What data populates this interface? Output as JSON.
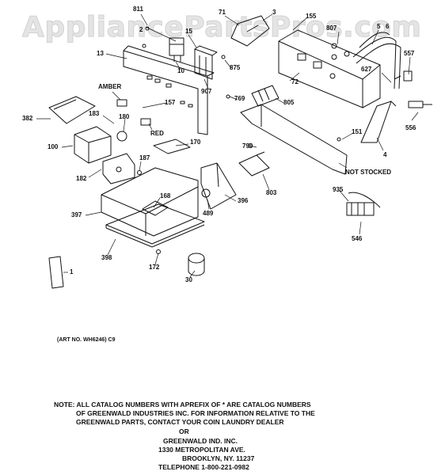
{
  "watermark": "AppliancePartsPros.com",
  "callouts": [
    {
      "id": "811",
      "text": "811"
    },
    {
      "id": "2",
      "text": "2"
    },
    {
      "id": "15",
      "text": "15"
    },
    {
      "id": "71",
      "text": "71"
    },
    {
      "id": "3",
      "text": "3"
    },
    {
      "id": "155",
      "text": "155"
    },
    {
      "id": "807",
      "text": "807"
    },
    {
      "id": "5",
      "text": "5"
    },
    {
      "id": "6",
      "text": "6"
    },
    {
      "id": "557",
      "text": "557"
    },
    {
      "id": "13",
      "text": "13"
    },
    {
      "id": "10",
      "text": "10"
    },
    {
      "id": "875",
      "text": "875"
    },
    {
      "id": "627",
      "text": "627"
    },
    {
      "id": "72",
      "text": "72"
    },
    {
      "id": "amber",
      "text": "AMBER"
    },
    {
      "id": "907",
      "text": "907"
    },
    {
      "id": "769",
      "text": "769"
    },
    {
      "id": "805",
      "text": "805"
    },
    {
      "id": "157",
      "text": "157"
    },
    {
      "id": "382",
      "text": "382"
    },
    {
      "id": "183",
      "text": "183"
    },
    {
      "id": "180",
      "text": "180"
    },
    {
      "id": "556",
      "text": "556"
    },
    {
      "id": "red",
      "text": "RED"
    },
    {
      "id": "151",
      "text": "151"
    },
    {
      "id": "100",
      "text": "100"
    },
    {
      "id": "170",
      "text": "170"
    },
    {
      "id": "790",
      "text": "790"
    },
    {
      "id": "4",
      "text": "4"
    },
    {
      "id": "187",
      "text": "187"
    },
    {
      "id": "182",
      "text": "182"
    },
    {
      "id": "not_stocked",
      "text": "NOT STOCKED"
    },
    {
      "id": "803",
      "text": "803"
    },
    {
      "id": "935",
      "text": "935"
    },
    {
      "id": "168",
      "text": "168"
    },
    {
      "id": "396",
      "text": "396"
    },
    {
      "id": "397",
      "text": "397"
    },
    {
      "id": "489",
      "text": "489"
    },
    {
      "id": "546",
      "text": "546"
    },
    {
      "id": "398",
      "text": "398"
    },
    {
      "id": "1",
      "text": "1"
    },
    {
      "id": "172",
      "text": "172"
    },
    {
      "id": "30",
      "text": "30"
    }
  ],
  "art_number": "(ART NO. WH6246) C9",
  "note_lines": [
    "NOTE: ALL CATALOG NUMBERS WITH APREFIX OF * ARE CATALOG NUMBERS",
    "OF GREENWALD INDUSTRIES INC. FOR INFORMATION RELATIVE TO THE",
    "GREENWALD PARTS, CONTACT YOUR COIN LAUNDRY DEALER"
  ],
  "or_text": "OR",
  "address_lines": [
    "GREENWALD IND. INC.",
    "1330 METROPOLITAN AVE.",
    "BROOKLYN, NY. 11237",
    "TELEPHONE 1-800-221-0982"
  ]
}
